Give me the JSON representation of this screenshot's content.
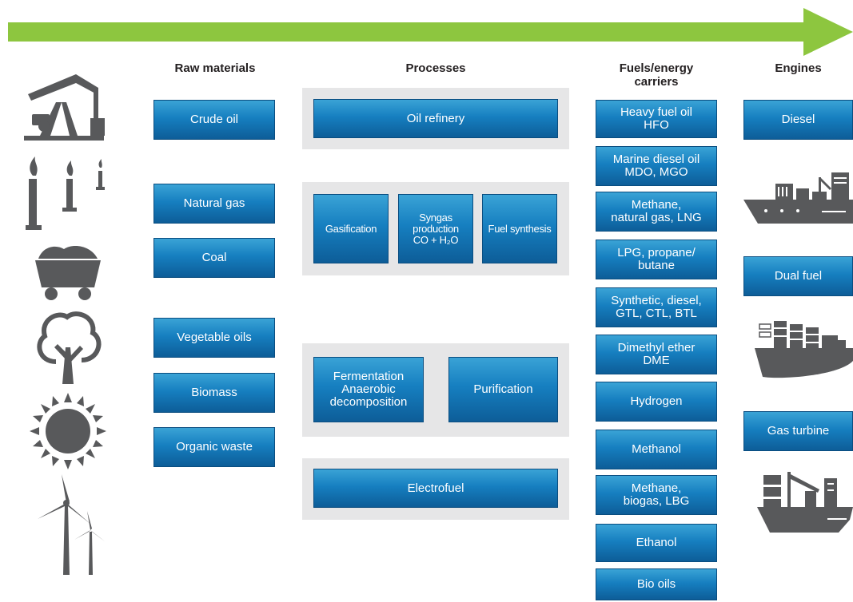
{
  "headers": {
    "raw_materials": "Raw materials",
    "processes": "Processes",
    "fuels": "Fuels/energy\ncarriers",
    "engines": "Engines"
  },
  "raw_materials": [
    "Crude oil",
    "Natural gas",
    "Coal",
    "Vegetable oils",
    "Biomass",
    "Organic waste"
  ],
  "processes": {
    "oil_refinery": "Oil refinery",
    "gasification": "Gasification",
    "syngas": "Syngas\nproduction\nCO + H₂O",
    "fuel_synthesis": "Fuel synthesis",
    "fermentation": "Fermentation\nAnaerobic\ndecomposition",
    "purification": "Purification",
    "electrofuel": "Electrofuel"
  },
  "fuels": [
    "Heavy fuel oil\nHFO",
    "Marine diesel oil\nMDO, MGO",
    "Methane,\nnatural gas, LNG",
    "LPG, propane/\nbutane",
    "Synthetic, diesel,\nGTL, CTL, BTL",
    "Dimethyl ether\nDME",
    "Hydrogen",
    "Methanol",
    "Methane,\nbiogas, LBG",
    "Ethanol",
    "Bio oils"
  ],
  "engines": [
    "Diesel",
    "Dual fuel",
    "Gas turbine"
  ],
  "icons": [
    "oil-pump-icon",
    "gas-flare-icon",
    "coal-cart-icon",
    "tree-icon",
    "sun-icon",
    "wind-turbine-icon",
    "container-ship-icon",
    "cargo-ship-icon",
    "offshore-vessel-icon"
  ],
  "colors": {
    "arrow": "#8dc63f",
    "box": "#167fc0",
    "panel": "#e6e6e7",
    "icon": "#58595b"
  }
}
